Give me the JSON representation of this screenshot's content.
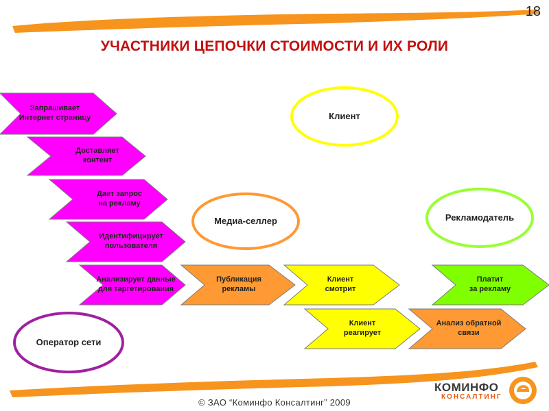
{
  "slide_number": "18",
  "title": "УЧАСТНИКИ ЦЕПОЧКИ СТОИМОСТИ И ИХ РОЛИ",
  "colors": {
    "accent_orange": "#f7941d",
    "title_red": "#c01010",
    "magenta": "#ff00ff",
    "yellow": "#ffff00",
    "orange_step": "#ff9933",
    "green": "#7fff00",
    "operator_circle": "#a020a0",
    "client_circle": "#ffff00",
    "media_circle": "#ff9933",
    "advertiser_circle": "#99ff33"
  },
  "participants": {
    "client": "Клиент",
    "media_seller": "Медиа-селлер",
    "advertiser": "Рекламодатель",
    "operator": "Оператор сети"
  },
  "steps": {
    "request_page": [
      "Запрашивает",
      "Интернет страницу"
    ],
    "deliver_content": [
      "Доставляет",
      "контент"
    ],
    "ad_request": [
      "Дает запрос",
      "на рекламу"
    ],
    "identify_user": [
      "Идентифицирует",
      "пользователя"
    ],
    "analyze_data": [
      "Анализирует данные",
      "для таргетирования"
    ],
    "publish_ad": [
      "Публикация",
      "рекламы"
    ],
    "client_views": [
      "Клиент",
      "смотрит"
    ],
    "pays_for_ad": [
      "Платит",
      "за рекламу"
    ],
    "client_reacts": [
      "Клиент",
      "реагирует"
    ],
    "feedback_analysis": [
      "Анализ обратной",
      "связи"
    ]
  },
  "footer": "© ЗАО “Коминфо Консалтинг” 2009",
  "logo": {
    "name": "КОМИНФО",
    "subtitle": "КОНСАЛТИНГ"
  }
}
